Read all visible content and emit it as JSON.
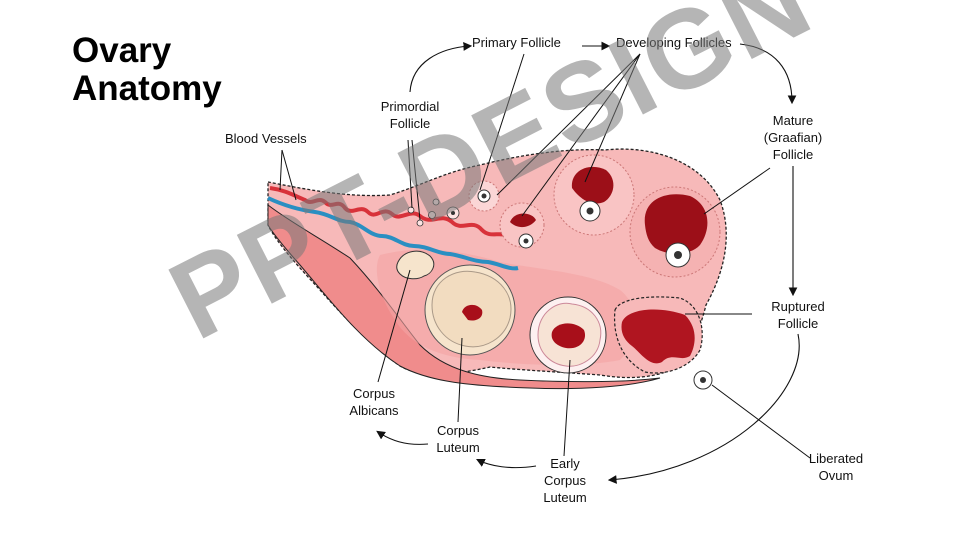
{
  "title": {
    "line1": "Ovary",
    "line2": "Anatomy"
  },
  "labels": {
    "primary_follicle": "Primary Follicle",
    "developing_follicles": "Developing Follicles",
    "primordial_follicle": [
      "Primordial",
      "Follicle"
    ],
    "blood_vessels": "Blood Vessels",
    "mature_follicle": [
      "Mature",
      "(Graafian)",
      "Follicle"
    ],
    "ruptured_follicle": [
      "Ruptured",
      "Follicle"
    ],
    "liberated_ovum": [
      "Liberated",
      "Ovum"
    ],
    "early_corpus_luteum": [
      "Early",
      "Corpus",
      "Luteum"
    ],
    "corpus_luteum": [
      "Corpus",
      "Luteum"
    ],
    "corpus_albicans": [
      "Corpus",
      "Albicans"
    ]
  },
  "watermark": "PPT-DESIGN",
  "colors": {
    "tissue": "#f7b9b9",
    "tissue_edge": "#222222",
    "artery": "#d8323a",
    "vein": "#2a8fc2",
    "follicle_red": "#9c0f18",
    "albicans": "#f6e4cc"
  }
}
